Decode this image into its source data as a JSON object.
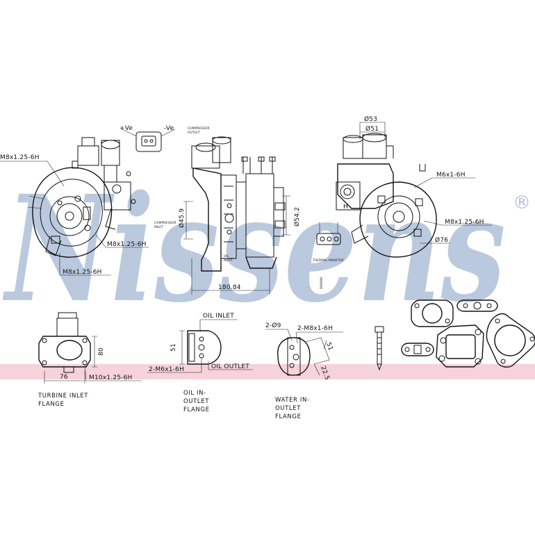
{
  "brand": {
    "watermark": "Nissens",
    "registered_mark": "®",
    "watermark_color": "#aebfd8",
    "band_color": "#f6d2da"
  },
  "views": {
    "front": {
      "label_top": "M8x1.25-6H",
      "label_mid": "M8x1.25-6H",
      "label_bottom": "M8x1.25-6H",
      "connector_plus": "+Ve",
      "connector_minus": "-Ve"
    },
    "side": {
      "dim_left": "Ø45.9",
      "dim_right": "Ø54.2",
      "dim_length": "180.84"
    },
    "rear": {
      "dim_top1": "Ø53",
      "dim_top2": "Ø51",
      "label_right1": "M6x1-6H",
      "label_right2": "M8x1.25-6H",
      "dim_outlet": "Ø76"
    }
  },
  "details": {
    "turbine_flange": {
      "dim_width": "76",
      "dim_height": "80",
      "thread": "M10x1.25-6H",
      "caption_line1": "TURBINE INLET",
      "caption_line2": "FLANGE"
    },
    "oil_flange": {
      "inlet": "OIL INLET",
      "dim_height": "51",
      "thread": "2-M6x1-6H",
      "outlet": "OIL OUTLET",
      "caption_line1": "OIL IN-",
      "caption_line2": "OUTLET",
      "caption_line3": "FLANGE"
    },
    "water_flange": {
      "holes": "2-Ø9",
      "thread": "2-M8x1-6H",
      "dim_a": "51",
      "dim_b": "22.5",
      "caption_line1": "WATER IN-",
      "caption_line2": "OUTLET",
      "caption_line3": "FLANGE"
    }
  }
}
